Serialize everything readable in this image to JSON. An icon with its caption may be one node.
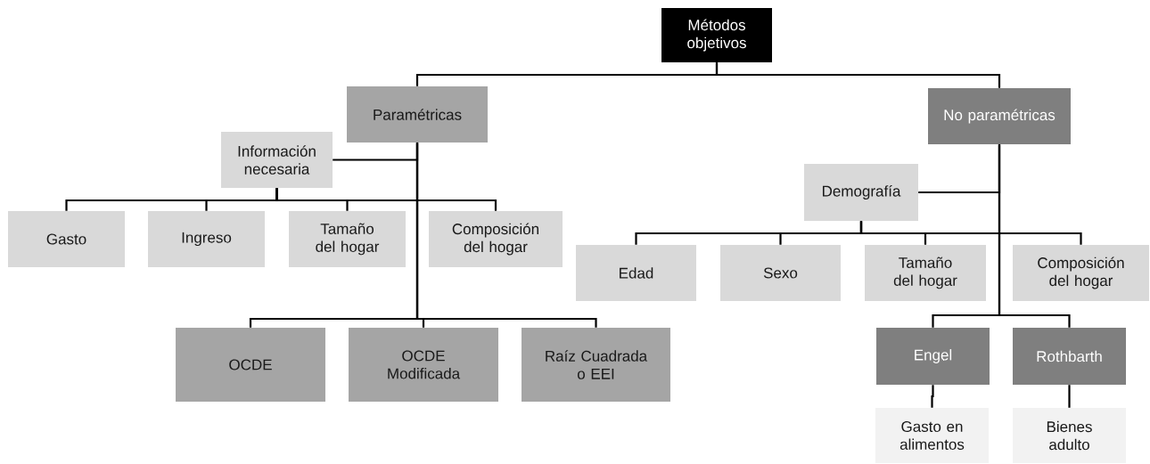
{
  "diagram": {
    "nodes": [
      {
        "text": [
          "Métodos objetivos"
        ]
      },
      {
        "text": [
          "Paramétricas"
        ]
      },
      {
        "text": [
          "No paramétricas"
        ]
      },
      {
        "text": [
          "Información necesaria"
        ]
      },
      {
        "text": [
          "Gasto"
        ]
      },
      {
        "text": [
          "Ingreso"
        ]
      },
      {
        "text": [
          "Tamaño del hogar"
        ]
      },
      {
        "text": [
          "Composición del hogar"
        ]
      },
      {
        "text": [
          "Demografía"
        ]
      },
      {
        "text": [
          "Edad"
        ]
      },
      {
        "text": [
          "Sexo"
        ]
      },
      {
        "text": [
          "Tamaño del hogar"
        ]
      },
      {
        "text": [
          "Composición del hogar"
        ]
      },
      {
        "text": [
          "OCDE"
        ]
      },
      {
        "text": [
          "OCDE Modificada"
        ]
      },
      {
        "text": [
          "Raíz Cuadrada o EEI"
        ]
      },
      {
        "text": [
          "Engel"
        ]
      },
      {
        "text": [
          "Rothbarth"
        ]
      },
      {
        "text": [
          "Gasto en alimentos"
        ]
      },
      {
        "text": [
          "Bienes adulto"
        ]
      }
    ],
    "edges": [
      {
        "from": 0,
        "to": 1,
        "arrow": "none"
      },
      {
        "from": 0,
        "to": 2,
        "arrow": "none"
      },
      {
        "from": 1,
        "to": 3,
        "arrow": "none"
      },
      {
        "from": 3,
        "to": 4,
        "arrow": "none"
      },
      {
        "from": 3,
        "to": 5,
        "arrow": "none"
      },
      {
        "from": 3,
        "to": 6,
        "arrow": "none"
      },
      {
        "from": 3,
        "to": 7,
        "arrow": "none"
      },
      {
        "from": 1,
        "to": 13,
        "arrow": "none"
      },
      {
        "from": 1,
        "to": 14,
        "arrow": "none"
      },
      {
        "from": 1,
        "to": 15,
        "arrow": "none"
      },
      {
        "from": 2,
        "to": 8,
        "arrow": "none"
      },
      {
        "from": 8,
        "to": 9,
        "arrow": "none"
      },
      {
        "from": 8,
        "to": 10,
        "arrow": "none"
      },
      {
        "from": 8,
        "to": 11,
        "arrow": "none"
      },
      {
        "from": 8,
        "to": 12,
        "arrow": "none"
      },
      {
        "from": 2,
        "to": 16,
        "arrow": "none"
      },
      {
        "from": 2,
        "to": 17,
        "arrow": "none"
      },
      {
        "from": 16,
        "to": 18,
        "arrow": "none"
      },
      {
        "from": 17,
        "to": 19,
        "arrow": "none"
      }
    ]
  }
}
